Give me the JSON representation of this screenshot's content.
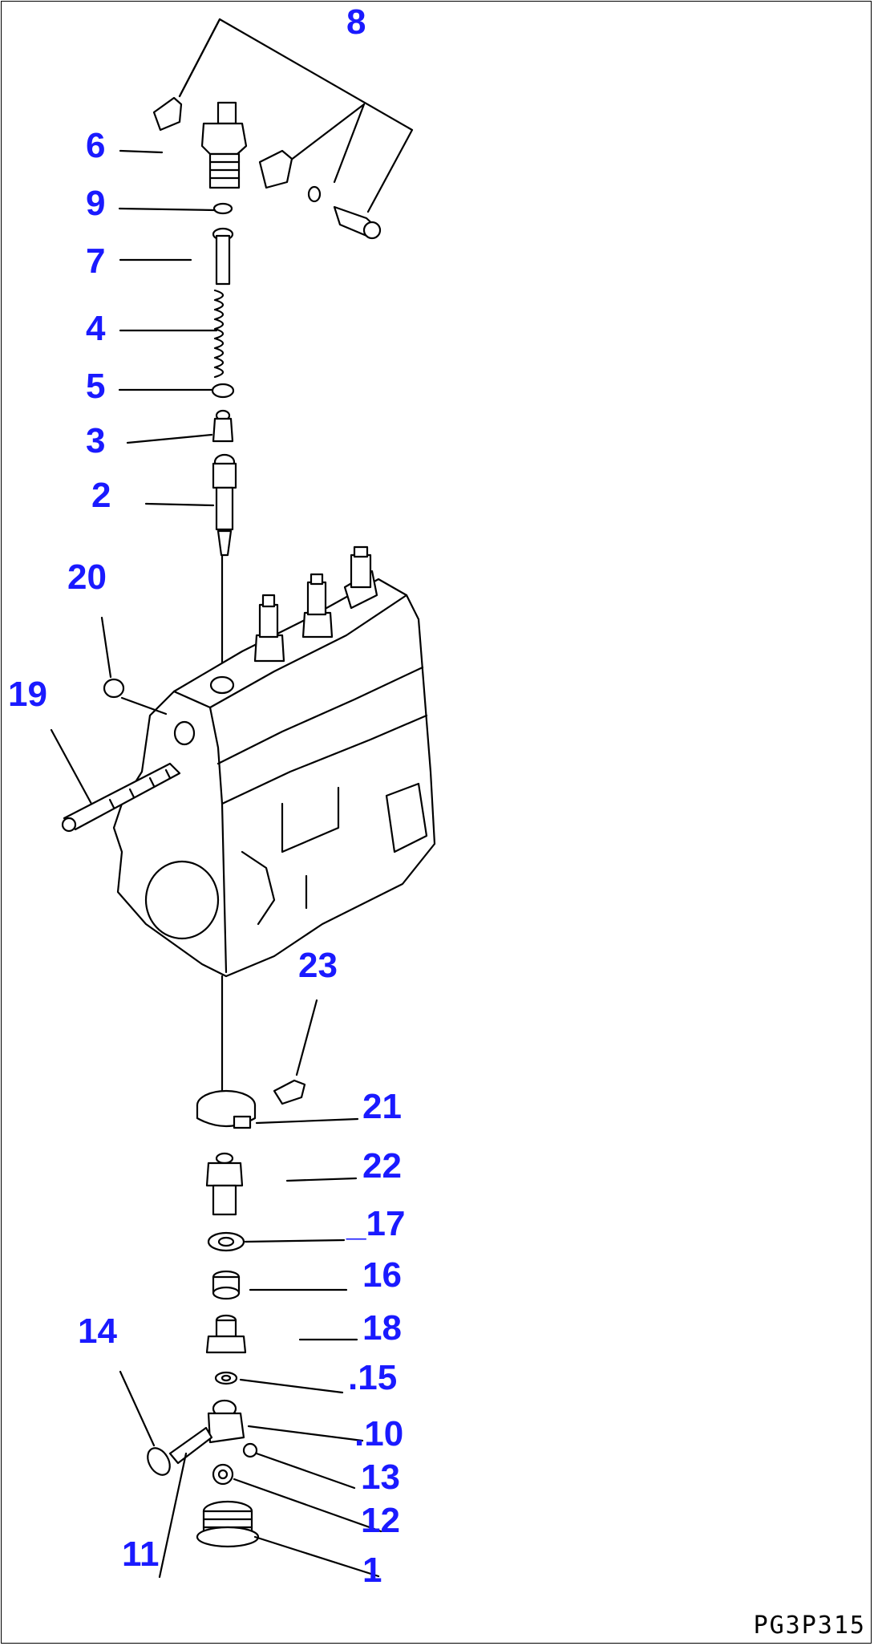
{
  "callouts": {
    "c1": "1",
    "c2": "2",
    "c3": "3",
    "c4": "4",
    "c5": "5",
    "c6": "6",
    "c7": "7",
    "c8": "8",
    "c9": "9",
    "c10": ".10",
    "c11": "11",
    "c12": "12",
    "c13": "13",
    "c14": "14",
    "c15": ".15",
    "c16": "16",
    "c17": "_17",
    "c18": "18",
    "c19": "19",
    "c20": "20",
    "c21": "21",
    "c22": "22",
    "c23": "23"
  },
  "drawing_code": "PG3P315",
  "colors": {
    "callout": "#1a1aff",
    "line": "#000000",
    "background": "#ffffff"
  }
}
